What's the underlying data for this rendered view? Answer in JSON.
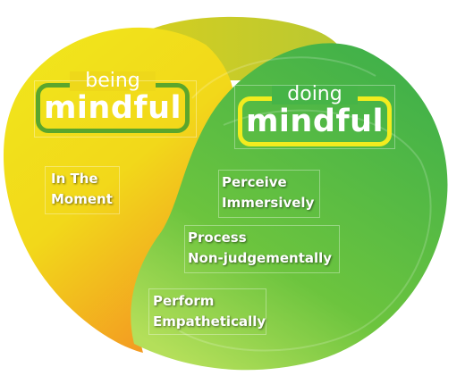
{
  "colors": {
    "yellow": "#f2e41a",
    "orange": "#f39a22",
    "green": "#46b447",
    "light_green": "#7fcc3c"
  },
  "being": {
    "small": "being",
    "big": "mindful"
  },
  "doing": {
    "small": "doing",
    "big": "mindful"
  },
  "labels": {
    "moment": [
      "In The",
      "Moment"
    ],
    "perceive": [
      "Perceive",
      "Immersively"
    ],
    "process": [
      "Process",
      "Non-judgementally"
    ],
    "perform": [
      "Perform",
      "Empathetically"
    ]
  }
}
